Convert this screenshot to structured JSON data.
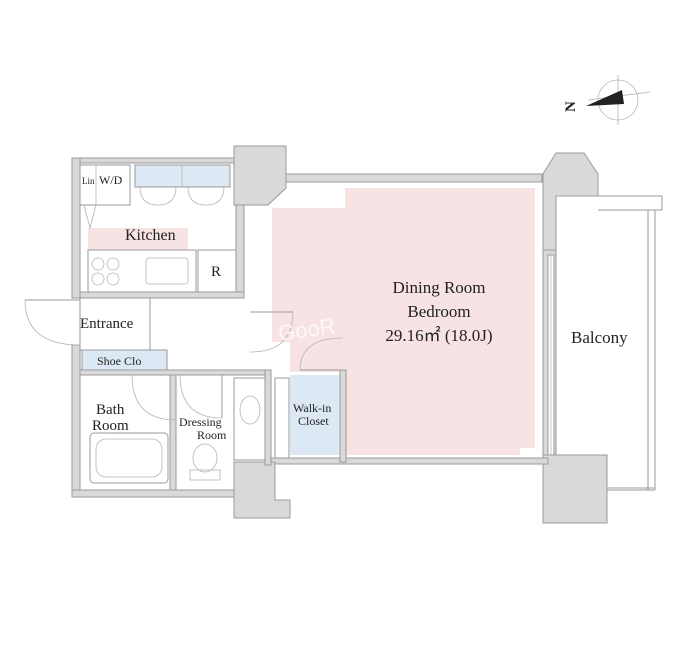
{
  "compass": {
    "letter": "N"
  },
  "rooms": {
    "laundry_label": "Lin",
    "washer_label": "W/D",
    "kitchen": "Kitchen",
    "fridge": "R",
    "entrance": "Entrance",
    "shoe_closet": "Shoe Clo",
    "bath_line1": "Bath",
    "bath_line2": "Room",
    "dressing_line1": "Dressing",
    "dressing_line2": "Room",
    "walkin_line1": "Walk-in",
    "walkin_line2": "Closet",
    "main_line1": "Dining Room",
    "main_line2": "Bedroom",
    "main_area": "29.16㎡ (18.0J)",
    "balcony": "Balcony"
  },
  "watermark": "GooR",
  "colors": {
    "room_fill": "#f7e3e3",
    "closet_fill": "#dde8f5",
    "wall_fill": "#d9d9d9",
    "line": "#9a9a9a"
  }
}
